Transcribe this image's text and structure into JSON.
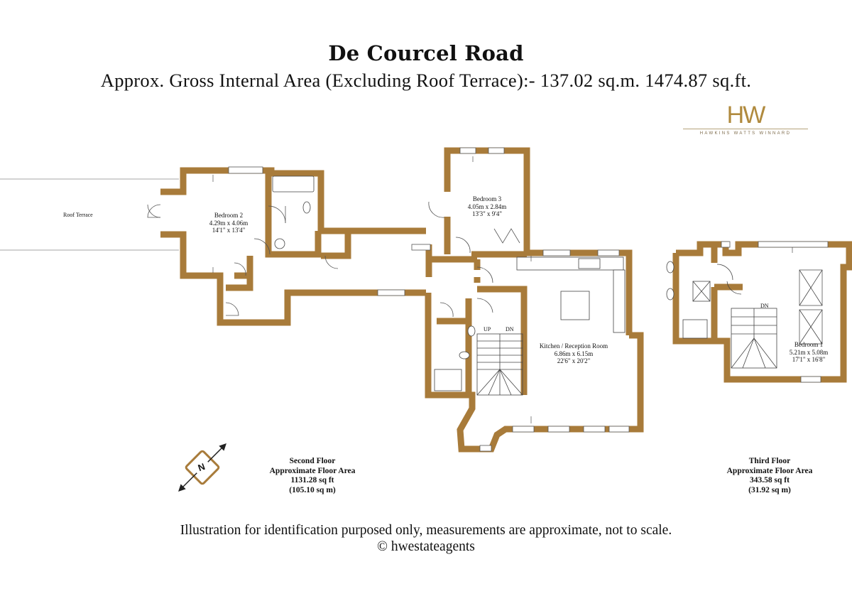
{
  "header": {
    "title": "De Courcel Road",
    "subtitle": "Approx. Gross Internal Area (Excluding Roof Terrace):- 137.02 sq.m. 1474.87 sq.ft."
  },
  "logo": {
    "mark": "HW",
    "name": "HAWKINS WATTS WINNARD"
  },
  "rooms": {
    "roof_terrace": "Roof Terrace",
    "bedroom2": {
      "name": "Bedroom 2",
      "metric": "4.29m x 4.06m",
      "imperial": "14'1\" x 13'4\""
    },
    "bedroom3": {
      "name": "Bedroom 3",
      "metric": "4.05m x 2.84m",
      "imperial": "13'3\" x 9'4\""
    },
    "kitchen": {
      "name": "Kitchen / Reception Room",
      "metric": "6.86m x 6.15m",
      "imperial": "22'6\" x 20'2\""
    },
    "bedroom1": {
      "name": "Bedroom 1",
      "metric": "5.21m x 5.08m",
      "imperial": "17'1\" x 16'8\""
    }
  },
  "stairs": {
    "up": "UP",
    "down": "DN",
    "third_down": "DN"
  },
  "compass": {
    "letter": "N"
  },
  "second_floor": {
    "name": "Second Floor",
    "caption": "Approximate Floor Area",
    "sqft": "1131.28 sq ft",
    "sqm": "(105.10 sq m)"
  },
  "third_floor": {
    "name": "Third Floor",
    "caption": "Approximate Floor Area",
    "sqft": "343.58 sq ft",
    "sqm": "(31.92 sq m)"
  },
  "footer": {
    "disclaimer": "Illustration for identification purposed only, measurements are approximate, not to scale.",
    "copyright": "© hwestateagents"
  },
  "colors": {
    "wall": "#a87b3a",
    "accent": "#b08a3e"
  }
}
